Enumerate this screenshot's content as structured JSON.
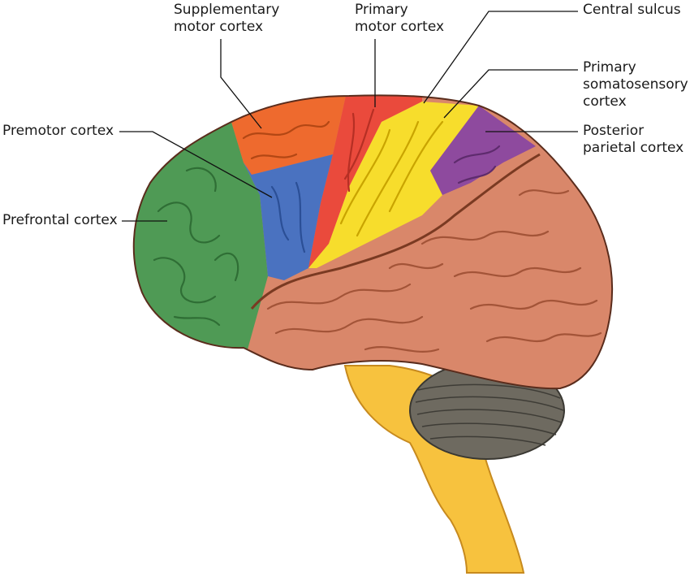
{
  "labels": {
    "supplementary_motor": "Supplementary\nmotor cortex",
    "primary_motor": "Primary\nmotor cortex",
    "central_sulcus": "Central sulcus",
    "primary_somatosensory": "Primary\nsomatosensory\ncortex",
    "posterior_parietal": "Posterior\nparietal cortex",
    "premotor": "Premotor cortex",
    "prefrontal": "Prefrontal cortex"
  },
  "colors": {
    "prefrontal": "#4f9a55",
    "premotor": "#4a72c0",
    "supplementary_motor": "#ee6a2e",
    "primary_motor": "#ea4a3c",
    "primary_somatosensory": "#f7dd2c",
    "posterior_parietal": "#8e4a9e",
    "remaining_cortex": "#d9876a",
    "cerebellum": "#6e6a60",
    "brainstem": "#f7c23e"
  }
}
